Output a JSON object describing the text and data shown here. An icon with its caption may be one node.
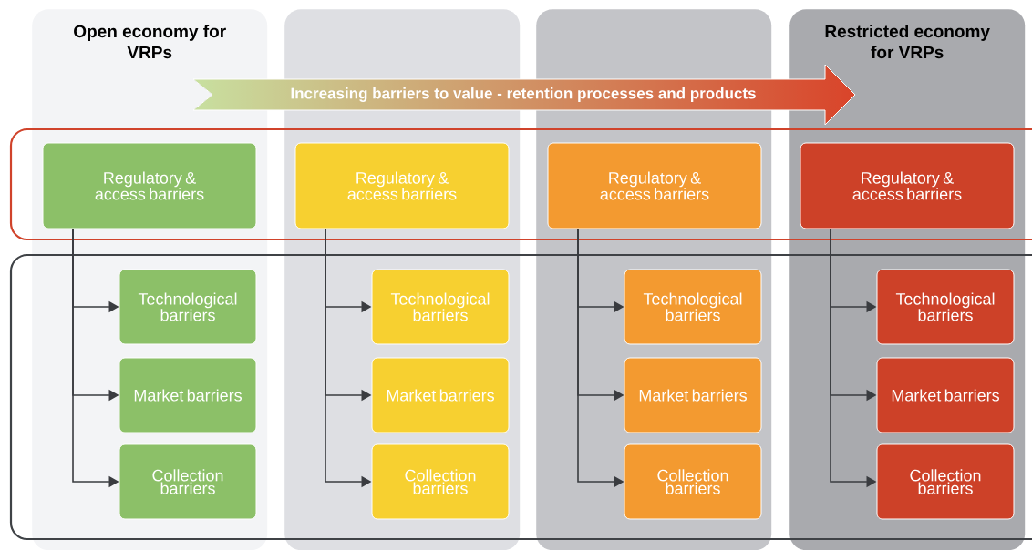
{
  "diagram": {
    "nodes": [
      {
        "text": [
          "Open economy for VRPs"
        ]
      },
      {
        "text": [
          "Regulatory & access barriers"
        ],
        "in": 0
      },
      {
        "text": [
          "Technological barriers"
        ],
        "in": 0
      },
      {
        "text": [
          "Market barriers"
        ],
        "in": 0
      },
      {
        "text": [
          "Collection barriers"
        ],
        "in": 0
      },
      {
        "text": [],
        "shape": "box"
      },
      {
        "text": [
          "Regulatory & access barriers"
        ],
        "in": 5
      },
      {
        "text": [
          "Technological barriers"
        ],
        "in": 5
      },
      {
        "text": [
          "Market barriers"
        ],
        "in": 5
      },
      {
        "text": [
          "Collection barriers"
        ],
        "in": 5
      },
      {
        "text": [],
        "shape": "box"
      },
      {
        "text": [
          "Regulatory & access barriers"
        ],
        "in": 10
      },
      {
        "text": [
          "Technological barriers"
        ],
        "in": 10
      },
      {
        "text": [
          "Market barriers"
        ],
        "in": 10
      },
      {
        "text": [
          "Collection barriers"
        ],
        "in": 10
      },
      {
        "text": [
          "Restricted economy for VRPs"
        ]
      },
      {
        "text": [
          "Regulatory & access barriers"
        ],
        "in": 15
      },
      {
        "text": [
          "Technological barriers"
        ],
        "in": 15
      },
      {
        "text": [
          "Market barriers"
        ],
        "in": 15
      },
      {
        "text": [
          "Collection barriers"
        ],
        "in": 15
      },
      {
        "text": [
          "Increasing barriers to value  -  retention processes and products"
        ]
      }
    ],
    "edges": [
      {
        "from": 1,
        "to": 2,
        "arrow": "to"
      },
      {
        "from": 1,
        "to": 3,
        "arrow": "to"
      },
      {
        "from": 1,
        "to": 4,
        "arrow": "to"
      },
      {
        "from": 6,
        "to": 7,
        "arrow": "to"
      },
      {
        "from": 6,
        "to": 8,
        "arrow": "to"
      },
      {
        "from": 6,
        "to": 9,
        "arrow": "to"
      },
      {
        "from": 11,
        "to": 12,
        "arrow": "to"
      },
      {
        "from": 11,
        "to": 13,
        "arrow": "to"
      },
      {
        "from": 11,
        "to": 14,
        "arrow": "to"
      },
      {
        "from": 16,
        "to": 17,
        "arrow": "to"
      },
      {
        "from": 16,
        "to": 18,
        "arrow": "to"
      },
      {
        "from": 16,
        "to": 19,
        "arrow": "to"
      }
    ]
  }
}
